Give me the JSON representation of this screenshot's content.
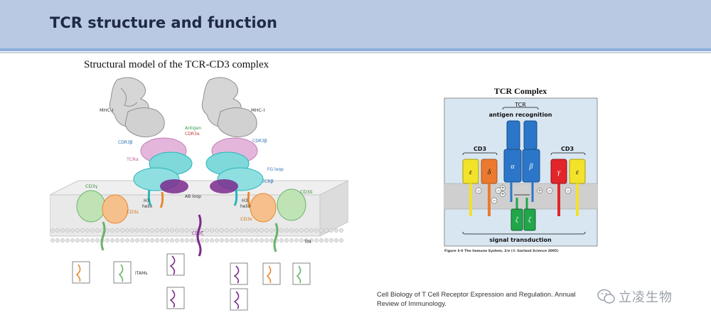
{
  "header": {
    "title": "TCR structure and function"
  },
  "left_figure": {
    "title": "Structural model of the TCR-CD3 complex",
    "labels": {
      "mhc_left": "MHC-I",
      "mhc_right": "MHC-I",
      "antigen": "Antigen",
      "cdr3a": "CDR3α",
      "cdr3b_left": "CDR3β",
      "cdr3b_right": "CDR3β",
      "tcra": "TCRα",
      "fg_loop": "FG loop",
      "tcrb": "TCRβ",
      "ab_loop": "AB loop",
      "h3_left": "H3",
      "helix_left": "helix",
      "h3_right": "H3",
      "helix_right": "helix",
      "cd3g": "CD3γ",
      "cd3e_left": "CD3ε",
      "cd3d": "CD3δ",
      "cd3e_right": "CD3ε",
      "cd3z": "CD3ζ",
      "tm": "TM",
      "itams": "ITAMs"
    },
    "colors": {
      "mhc": "#9a9a9a",
      "tcra": "#d58fc8",
      "tcrb": "#27b6b9",
      "cd3g": "#6bb36b",
      "cd3e": "#e8892e",
      "cd3d": "#6bb36b",
      "cd3z": "#7a2a8c",
      "membrane": "#e6e6e6"
    }
  },
  "right_figure": {
    "title": "TCR Complex",
    "tcr_label": "TCR",
    "antigen_recognition": "antigen recognition",
    "cd3_left": "CD3",
    "cd3_right": "CD3",
    "chains": {
      "epsilon_left": "ε",
      "delta": "δ",
      "alpha": "α",
      "beta": "β",
      "gamma": "γ",
      "epsilon_right": "ε",
      "zeta_left": "ζ",
      "zeta_right": "ζ"
    },
    "signal_transduction": "signal transduction",
    "caption": "Figure 3-6  The Immune System, 2/e (© Garland Science 2005)",
    "colors": {
      "epsilon": "#f2e22a",
      "delta": "#ec7a2e",
      "alpha": "#2b76c9",
      "beta": "#2b76c9",
      "gamma": "#e1252a",
      "zeta": "#22a64a",
      "membrane": "#cfcfcf",
      "background": "#d8e6f2"
    }
  },
  "citation": {
    "line1": "Cell Biology of T Cell Receptor Expression and Regulation. Annual",
    "line2": "Review of Immunology."
  },
  "watermark": {
    "text": "立凌生物"
  }
}
